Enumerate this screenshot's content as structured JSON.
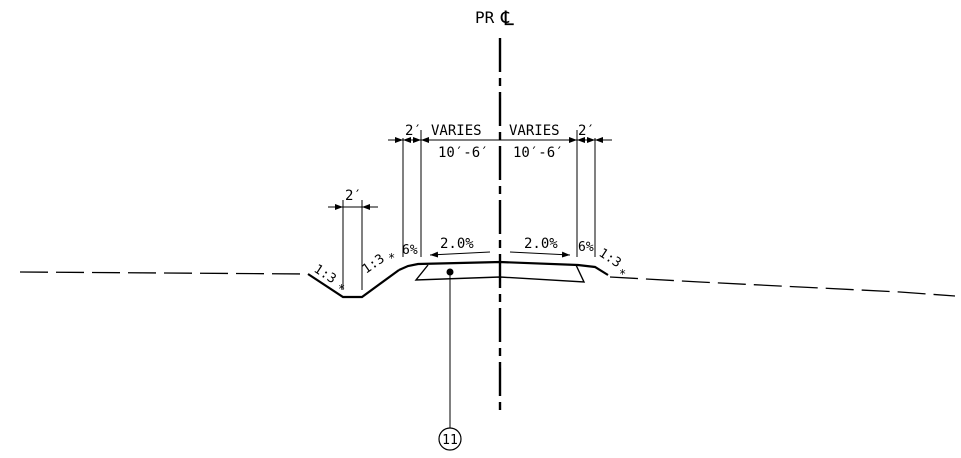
{
  "centerline": {
    "label": "PR",
    "symbol": "℄"
  },
  "dims": {
    "left_shoulder": "2′",
    "right_shoulder": "2′",
    "left_varies": "VARIES",
    "right_varies": "VARIES",
    "left_lane": "10′-6′",
    "right_lane": "10′-6′",
    "ditch_width": "2′"
  },
  "slopes": {
    "left_lane": "2.0%",
    "right_lane": "2.0%",
    "left_shoulder": "6%",
    "right_shoulder": "6%",
    "left_ditch_outer": "1:3",
    "left_ditch_inner": "1:3",
    "right_fill": "1:3"
  },
  "slope_marker": "*",
  "callout": "11"
}
